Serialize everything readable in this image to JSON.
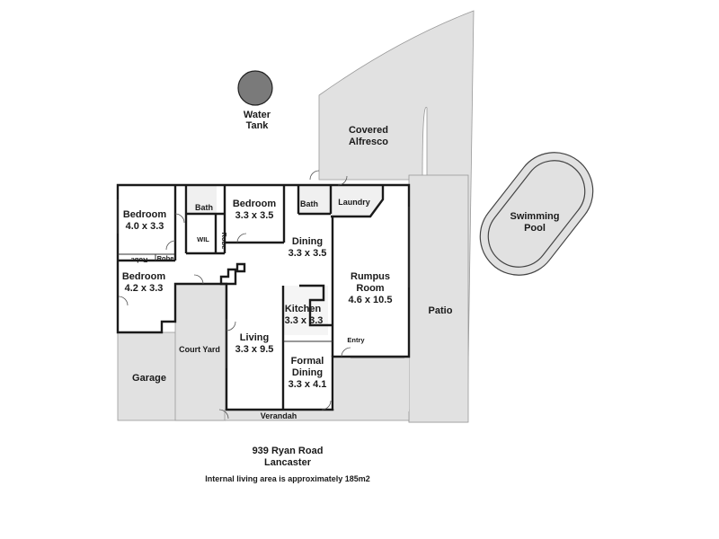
{
  "outdoor": {
    "water_tank": [
      "Water",
      "Tank"
    ],
    "covered_alfresco": [
      "Covered",
      "Alfresco"
    ],
    "swimming_pool": [
      "Swimming",
      "Pool"
    ],
    "patio": "Patio",
    "court_yard": "Court Yard",
    "garage": "Garage",
    "verandah": "Verandah"
  },
  "rooms": {
    "bedroom_left_top": {
      "name": "Bedroom",
      "size": "4.0 x 3.3"
    },
    "bedroom_left_bottom": {
      "name": "Bedroom",
      "size": "4.2 x 3.3"
    },
    "bedroom_center": {
      "name": "Bedroom",
      "size": "3.3 x 3.5"
    },
    "bath_left": "Bath",
    "bath_right": "Bath",
    "wil": "WIL",
    "robe_vertical": "Robe",
    "robe_left": "Robe",
    "robe_right": "Robe",
    "laundry": "Laundry",
    "dining": {
      "name": "Dining",
      "size": "3.3 x 3.5"
    },
    "rumpus": {
      "name": [
        "Rumpus",
        "Room"
      ],
      "size": "4.6 x 10.5"
    },
    "kitchen": {
      "name": "Kitchen",
      "size": "3.3 x 3.3"
    },
    "living": {
      "name": "Living",
      "size": "3.3 x 9.5"
    },
    "formal_dining": {
      "name": [
        "Formal",
        "Dining"
      ],
      "size": "3.3 x 4.1"
    },
    "entry": "Entry"
  },
  "footer": {
    "address_line1": "939 Ryan Road",
    "address_line2": "Lancaster",
    "area_note": "Internal living area is approximately 185m2"
  },
  "colors": {
    "outdoor_fill": "#e1e1e1",
    "wall": "#1a1a1a",
    "water_tank": "#7a7a7a",
    "wet_area": "#f0f0f0"
  }
}
